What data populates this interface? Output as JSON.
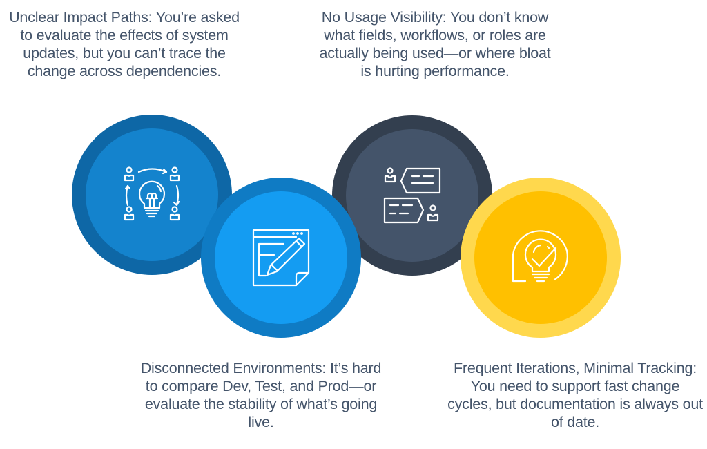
{
  "items": [
    {
      "title": "Unclear Impact Paths",
      "text": "Unclear Impact Paths: You’re asked to evaluate the effects of system updates, but you can’t trace the change across dependencies.",
      "icon": "lightbulb-collaboration-icon",
      "ring_color": "#0e67a6",
      "fill_color": "#1483cd"
    },
    {
      "title": "Disconnected Environments",
      "text": "Disconnected Environments: It’s hard to compare Dev, Test, and Prod—or evaluate the stability of what’s going live.",
      "icon": "document-edit-icon",
      "ring_color": "#0f7bc4",
      "fill_color": "#149cf2"
    },
    {
      "title": "No Usage Visibility",
      "text": "No Usage Visibility: You don’t know what fields, workflows, or roles are actually being used—or where bloat is hurting performance.",
      "icon": "user-conversation-tags-icon",
      "ring_color": "#333f4f",
      "fill_color": "#44546a"
    },
    {
      "title": "Frequent Iterations, Minimal Tracking",
      "text": "Frequent Iterations, Minimal Tracking: You need to support fast change cycles, but documentation is always out of date.",
      "icon": "lightbulb-check-icon",
      "ring_color": "#ffd84d",
      "fill_color": "#ffc000"
    }
  ],
  "text_color": "#44546a"
}
